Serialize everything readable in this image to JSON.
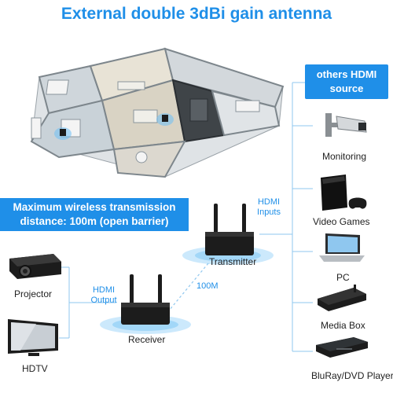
{
  "headline": "External double 3dBi gain antenna",
  "distance_banner": {
    "line1": "Maximum wireless transmission",
    "line2": "distance: 100m (open barrier)"
  },
  "others_source": {
    "line1": "others HDMI",
    "line2": "source"
  },
  "transmitter": {
    "label": "Transmitter",
    "inputs_line1": "HDMI",
    "inputs_line2": "Inputs"
  },
  "receiver": {
    "label": "Receiver",
    "output_line1": "HDMI",
    "output_line2": "Output"
  },
  "link_distance": "100M",
  "sources": [
    {
      "label": "Monitoring",
      "icon": "security-camera-icon"
    },
    {
      "label": "Video Games",
      "icon": "game-console-icon"
    },
    {
      "label": "PC",
      "icon": "laptop-icon"
    },
    {
      "label": "Media Box",
      "icon": "media-box-icon"
    },
    {
      "label": "BluRay/DVD Player",
      "icon": "bluray-player-icon"
    }
  ],
  "outputs": [
    {
      "label": "Projector",
      "icon": "projector-icon"
    },
    {
      "label": "HDTV",
      "icon": "hdtv-icon"
    }
  ],
  "colors": {
    "accent": "#1f8fe8",
    "text": "#222222",
    "device_black": "#1c1c1c",
    "glow": "#6ec0f5"
  }
}
